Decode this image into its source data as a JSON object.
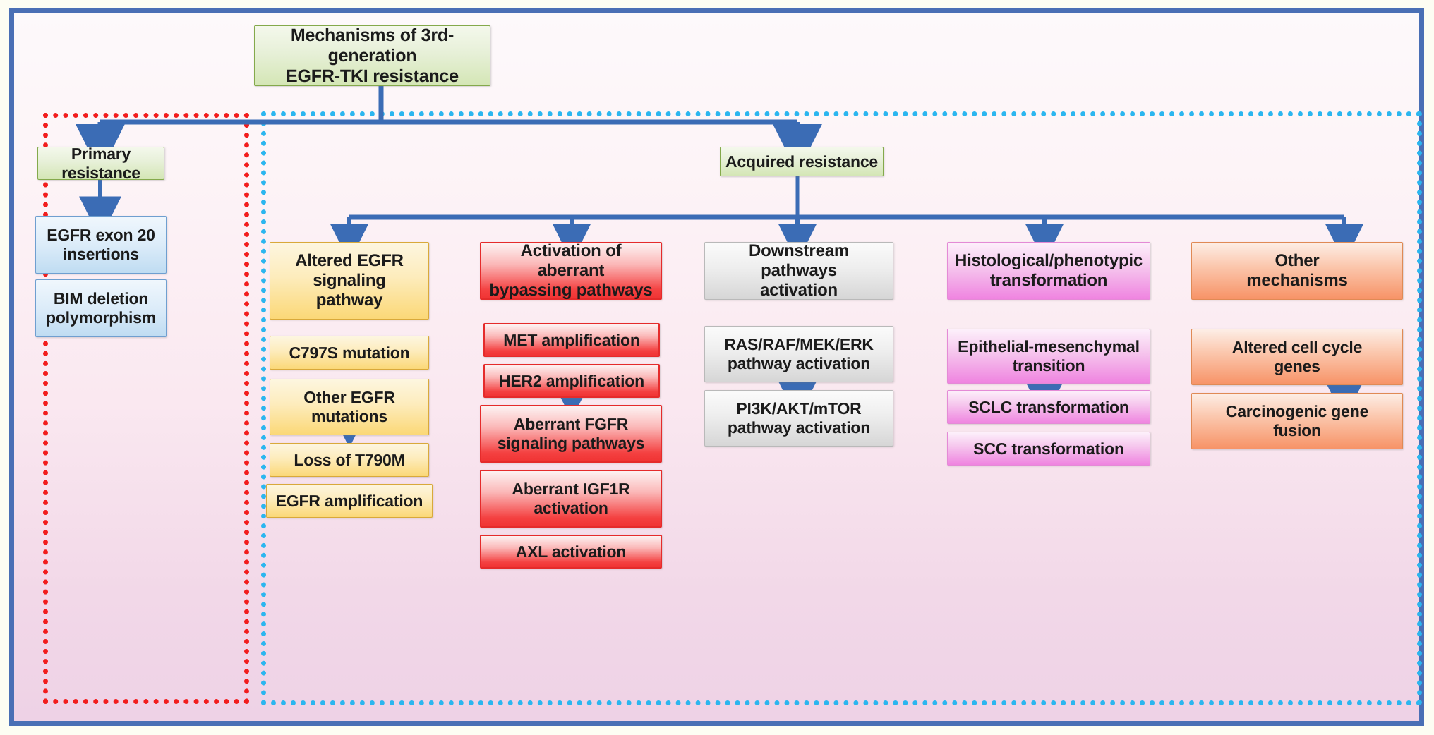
{
  "diagram": {
    "title": "Mechanisms of 3rd-generation EGFR-TKI resistance",
    "root": {
      "label": "Mechanisms of 3rd-generation\nEGFR-TKI resistance"
    },
    "regions": [
      {
        "name": "primary-resistance-region",
        "border_color": "#f21d1d",
        "border_style": "dotted"
      },
      {
        "name": "acquired-resistance-region",
        "border_color": "#2bb6ef",
        "border_style": "dotted"
      }
    ],
    "colors": {
      "frame": "#4a6fb5",
      "arrow": "#3b6cb5",
      "green": "#d4e6b5",
      "blue": "#bfdcf2",
      "yellow": "#fbd877",
      "red": "#f44040",
      "gray": "#d6d6d6",
      "magenta": "#ef84e0",
      "orange": "#f79367",
      "primary_region_border": "#f21d1d",
      "acquired_region_border": "#2bb6ef"
    },
    "branches": [
      {
        "id": "primary",
        "header": "Primary resistance",
        "header_color": "green",
        "leaf_color": "blue",
        "leaves": [
          "EGFR exon 20\ninsertions",
          "BIM deletion\npolymorphism"
        ]
      },
      {
        "id": "acquired",
        "header": "Acquired resistance",
        "header_color": "green",
        "leaf_color": "green",
        "leaves": []
      }
    ],
    "acquired_columns": [
      {
        "id": "altered-egfr-signaling",
        "header": "Altered EGFR\nsignaling\npathway",
        "color": "yellow",
        "leaves": [
          "C797S mutation",
          "Other EGFR\nmutations",
          "Loss of T790M",
          "EGFR amplification"
        ]
      },
      {
        "id": "aberrant-bypassing-pathways",
        "header": "Activation of aberrant\nbypassing pathways",
        "color": "red",
        "leaves": [
          "MET amplification",
          "HER2 amplification",
          "Aberrant FGFR\nsignaling pathways",
          "Aberrant IGF1R\nactivation",
          "AXL activation"
        ]
      },
      {
        "id": "downstream-pathways-activation",
        "header": "Downstream pathways\nactivation",
        "color": "gray",
        "leaves": [
          "RAS/RAF/MEK/ERK\npathway activation",
          "PI3K/AKT/mTOR\npathway activation"
        ]
      },
      {
        "id": "histological-phenotypic-transformation",
        "header": "Histological/phenotypic\ntransformation",
        "color": "magenta",
        "leaves": [
          "Epithelial-mesenchymal\ntransition",
          "SCLC transformation",
          "SCC transformation"
        ]
      },
      {
        "id": "other-mechanisms",
        "header": "Other\nmechanisms",
        "color": "orange",
        "leaves": [
          "Altered cell cycle\ngenes",
          "Carcinogenic gene\nfusion"
        ]
      }
    ]
  }
}
